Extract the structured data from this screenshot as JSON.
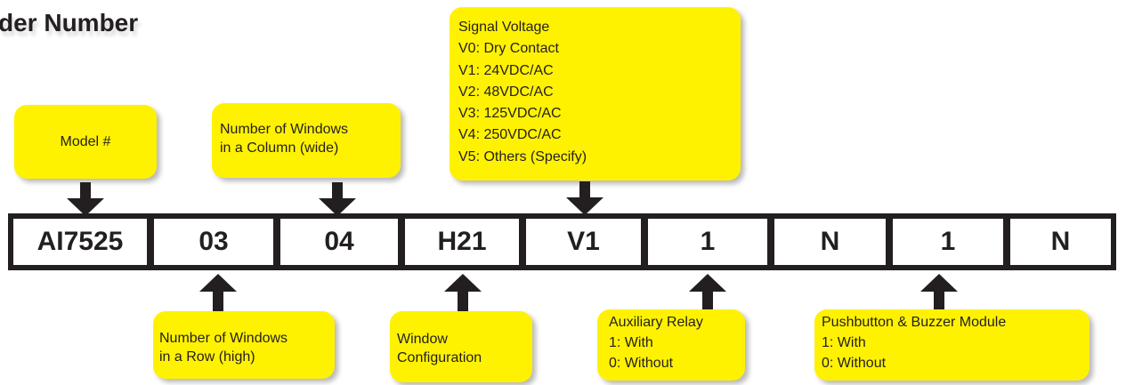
{
  "title": "der Number",
  "segments": [
    "AI7525",
    "03",
    "04",
    "H21",
    "V1",
    "1",
    "N",
    "1",
    "N"
  ],
  "labels": {
    "model": [
      "Model #"
    ],
    "columns": [
      "Number of Windows",
      "in a Column (wide)"
    ],
    "voltage": [
      "Signal Voltage",
      "V0: Dry Contact",
      "V1: 24VDC/AC",
      "V2: 48VDC/AC",
      "V3: 125VDC/AC",
      "V4: 250VDC/AC",
      "V5: Others (Specify)"
    ],
    "rows": [
      "Number of Windows",
      "in a Row (high)"
    ],
    "config": [
      "Window",
      "Configuration"
    ],
    "relay": [
      "Auxiliary Relay",
      "1: With",
      "0: Without"
    ],
    "pushbutton": [
      "Pushbutton & Buzzer Module",
      "1: With",
      "0: Without"
    ]
  },
  "colors": {
    "label_bg": "#fff200",
    "ink": "#231f20"
  }
}
